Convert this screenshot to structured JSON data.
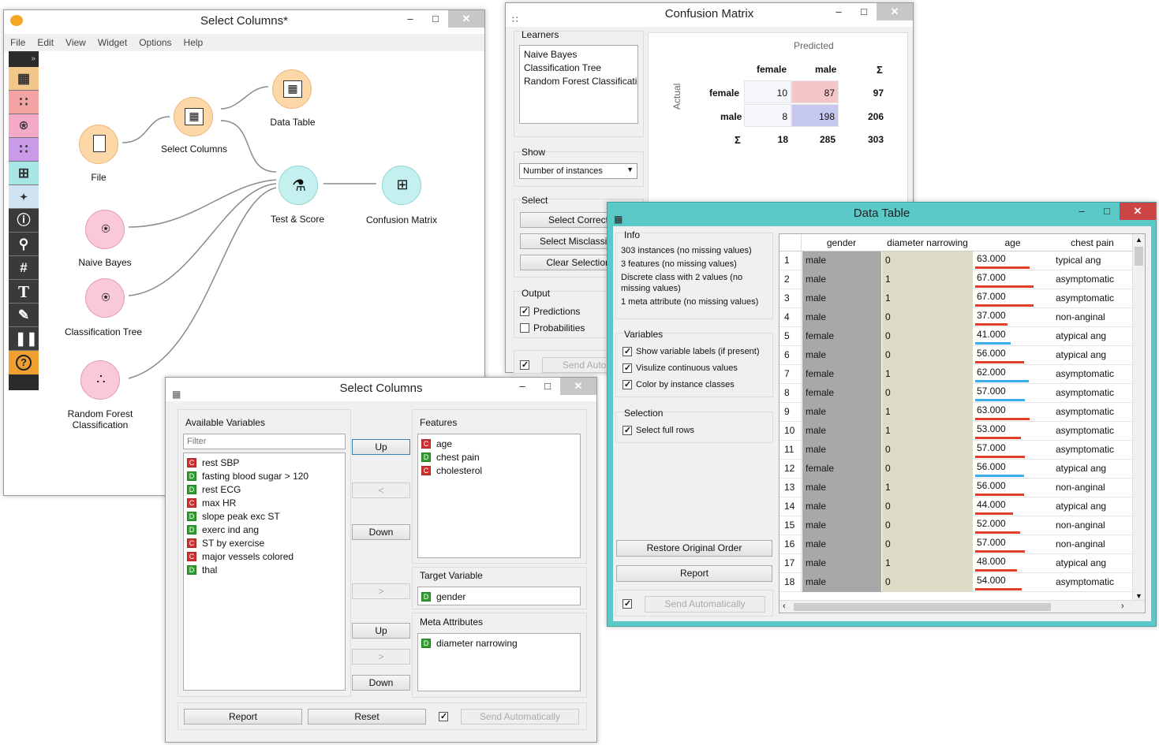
{
  "canvas": {
    "title": "Select Columns*",
    "menu": [
      "File",
      "Edit",
      "View",
      "Widget",
      "Options",
      "Help"
    ],
    "toolbar_icons": [
      "data-icon",
      "visualize-icon",
      "model-icon",
      "evaluate-icon",
      "unsupervised-icon",
      "addons-icon",
      "info-icon",
      "search-icon",
      "hash-icon",
      "text-icon",
      "pen-icon",
      "pause-icon",
      "help-icon"
    ],
    "nodes": {
      "file": "File",
      "select_columns": "Select Columns",
      "data_table": "Data Table",
      "test_score": "Test & Score",
      "confusion_matrix": "Confusion Matrix",
      "naive_bayes": "Naive Bayes",
      "classification_tree": "Classification Tree",
      "random_forest": "Random Forest\nClassification"
    }
  },
  "confusion": {
    "title": "Confusion Matrix",
    "learners_label": "Learners",
    "learners": [
      "Naive Bayes",
      "Classification Tree",
      "Random Forest Classificatic"
    ],
    "show_label": "Show",
    "show_value": "Number of instances",
    "select_label": "Select",
    "btn_correct": "Select Correct",
    "btn_misclassified": "Select Misclassifie",
    "btn_clear": "Clear Selection",
    "output_label": "Output",
    "predictions": "Predictions",
    "probabilities": "Probabilities",
    "send_auto": "Send Automati",
    "predicted": "Predicted",
    "actual": "Actual",
    "col_female": "female",
    "col_male": "male",
    "sigma": "Σ",
    "row_female": "female",
    "row_male": "male",
    "ff": "10",
    "fm": "87",
    "ft": "97",
    "mf": "8",
    "mm": "198",
    "mt": "206",
    "tf": "18",
    "tm": "285",
    "tt": "303"
  },
  "select_columns": {
    "title": "Select Columns",
    "available_label": "Available Variables",
    "filter_placeholder": "Filter",
    "available": [
      {
        "type": "C",
        "name": "rest SBP"
      },
      {
        "type": "D",
        "name": "fasting blood sugar > 120"
      },
      {
        "type": "D",
        "name": "rest ECG"
      },
      {
        "type": "C",
        "name": "max HR"
      },
      {
        "type": "D",
        "name": "slope peak exc ST"
      },
      {
        "type": "D",
        "name": "exerc ind ang"
      },
      {
        "type": "C",
        "name": "ST by exercise"
      },
      {
        "type": "C",
        "name": "major vessels colored"
      },
      {
        "type": "D",
        "name": "thal"
      }
    ],
    "features_label": "Features",
    "features": [
      {
        "type": "C",
        "name": "age"
      },
      {
        "type": "D",
        "name": "chest pain"
      },
      {
        "type": "C",
        "name": "cholesterol"
      }
    ],
    "target_label": "Target Variable",
    "target": {
      "type": "D",
      "name": "gender"
    },
    "meta_label": "Meta Attributes",
    "meta": [
      {
        "type": "D",
        "name": "diameter narrowing"
      }
    ],
    "up": "Up",
    "down": "Down",
    "left": "<",
    "right": ">",
    "report": "Report",
    "reset": "Reset",
    "send_auto": "Send Automatically"
  },
  "data_table": {
    "title": "Data Table",
    "info_label": "Info",
    "info_lines": [
      "303 instances (no missing values)",
      "3 features (no missing values)",
      "Discrete class with 2 values (no missing values)",
      "1 meta attribute (no missing values)"
    ],
    "variables_label": "Variables",
    "opt_labels": "Show variable labels (if present)",
    "opt_visualize": "Visulize continuous values",
    "opt_color": "Color by instance classes",
    "selection_label": "Selection",
    "opt_full_rows": "Select full rows",
    "restore": "Restore Original Order",
    "report": "Report",
    "send_auto": "Send Automatically",
    "headers": [
      "gender",
      "diameter narrowing",
      "age",
      "chest pain"
    ],
    "rows": [
      {
        "n": "1",
        "gender": "male",
        "dn": "0",
        "age": "63.000",
        "ap": 0.63,
        "cp": "typical ang"
      },
      {
        "n": "2",
        "gender": "male",
        "dn": "1",
        "age": "67.000",
        "ap": 0.67,
        "cp": "asymptomatic"
      },
      {
        "n": "3",
        "gender": "male",
        "dn": "1",
        "age": "67.000",
        "ap": 0.67,
        "cp": "asymptomatic"
      },
      {
        "n": "4",
        "gender": "male",
        "dn": "0",
        "age": "37.000",
        "ap": 0.37,
        "cp": "non-anginal"
      },
      {
        "n": "5",
        "gender": "female",
        "dn": "0",
        "age": "41.000",
        "ap": 0.41,
        "cp": "atypical ang"
      },
      {
        "n": "6",
        "gender": "male",
        "dn": "0",
        "age": "56.000",
        "ap": 0.56,
        "cp": "atypical ang"
      },
      {
        "n": "7",
        "gender": "female",
        "dn": "1",
        "age": "62.000",
        "ap": 0.62,
        "cp": "asymptomatic"
      },
      {
        "n": "8",
        "gender": "female",
        "dn": "0",
        "age": "57.000",
        "ap": 0.57,
        "cp": "asymptomatic"
      },
      {
        "n": "9",
        "gender": "male",
        "dn": "1",
        "age": "63.000",
        "ap": 0.63,
        "cp": "asymptomatic"
      },
      {
        "n": "10",
        "gender": "male",
        "dn": "1",
        "age": "53.000",
        "ap": 0.53,
        "cp": "asymptomatic"
      },
      {
        "n": "11",
        "gender": "male",
        "dn": "0",
        "age": "57.000",
        "ap": 0.57,
        "cp": "asymptomatic"
      },
      {
        "n": "12",
        "gender": "female",
        "dn": "0",
        "age": "56.000",
        "ap": 0.56,
        "cp": "atypical ang"
      },
      {
        "n": "13",
        "gender": "male",
        "dn": "1",
        "age": "56.000",
        "ap": 0.56,
        "cp": "non-anginal"
      },
      {
        "n": "14",
        "gender": "male",
        "dn": "0",
        "age": "44.000",
        "ap": 0.44,
        "cp": "atypical ang"
      },
      {
        "n": "15",
        "gender": "male",
        "dn": "0",
        "age": "52.000",
        "ap": 0.52,
        "cp": "non-anginal"
      },
      {
        "n": "16",
        "gender": "male",
        "dn": "0",
        "age": "57.000",
        "ap": 0.57,
        "cp": "non-anginal"
      },
      {
        "n": "17",
        "gender": "male",
        "dn": "1",
        "age": "48.000",
        "ap": 0.48,
        "cp": "atypical ang"
      },
      {
        "n": "18",
        "gender": "male",
        "dn": "0",
        "age": "54.000",
        "ap": 0.54,
        "cp": "asymptomatic"
      }
    ],
    "colors": {
      "male": "#e0402a",
      "female": "#3aaee8"
    }
  }
}
